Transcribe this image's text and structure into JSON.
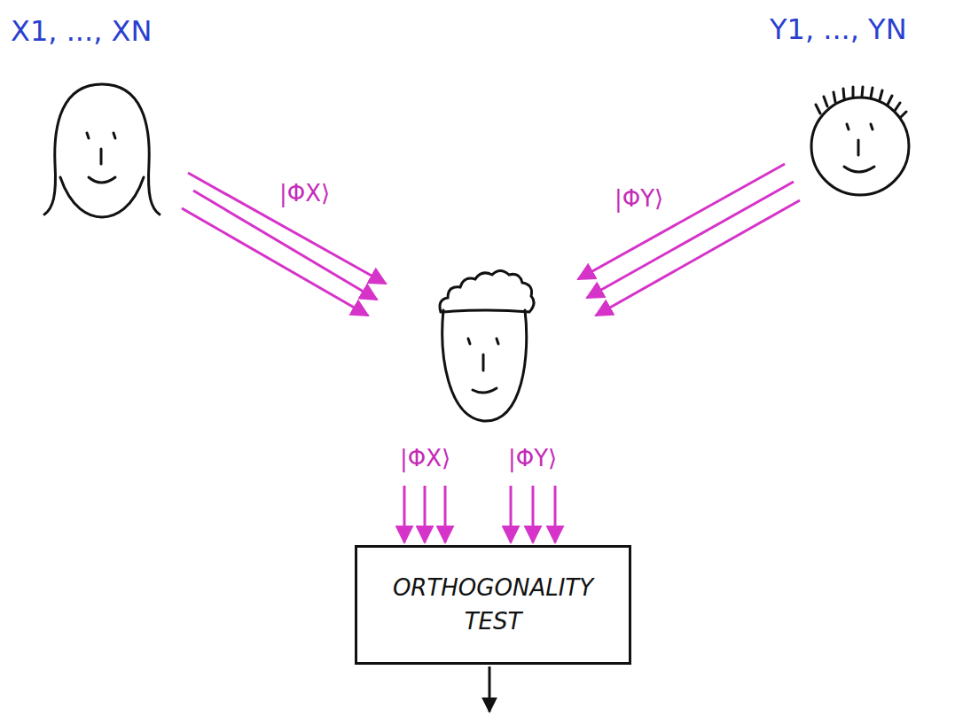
{
  "diagram": {
    "nodes": [
      {
        "text": [
          "ORTHOGONALITY TEST"
        ]
      }
    ],
    "labels": [
      "X1, ..., XN",
      "Y1, ..., YN",
      "|ΦX⟩",
      "|ΦY⟩",
      "|ΦX⟩",
      "|ΦY⟩"
    ]
  }
}
